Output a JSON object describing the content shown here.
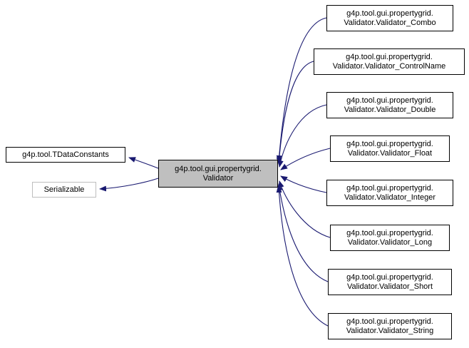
{
  "diagram": {
    "type": "inheritance-graph",
    "center_node": {
      "lines": [
        "g4p.tool.gui.propertygrid.",
        "Validator"
      ]
    },
    "base_nodes": [
      {
        "label": "g4p.tool.TDataConstants",
        "external": false
      },
      {
        "label": "Serializable",
        "external": true
      }
    ],
    "derived_nodes": [
      {
        "lines": [
          "g4p.tool.gui.propertygrid.",
          "Validator.Validator_Combo"
        ]
      },
      {
        "lines": [
          "g4p.tool.gui.propertygrid.",
          "Validator.Validator_ControlName"
        ]
      },
      {
        "lines": [
          "g4p.tool.gui.propertygrid.",
          "Validator.Validator_Double"
        ]
      },
      {
        "lines": [
          "g4p.tool.gui.propertygrid.",
          "Validator.Validator_Float"
        ]
      },
      {
        "lines": [
          "g4p.tool.gui.propertygrid.",
          "Validator.Validator_Integer"
        ]
      },
      {
        "lines": [
          "g4p.tool.gui.propertygrid.",
          "Validator.Validator_Long"
        ]
      },
      {
        "lines": [
          "g4p.tool.gui.propertygrid.",
          "Validator.Validator_Short"
        ]
      },
      {
        "lines": [
          "g4p.tool.gui.propertygrid.",
          "Validator.Validator_String"
        ]
      }
    ],
    "colors": {
      "edge": "#191970",
      "node_border": "#000000",
      "center_fill": "#bfbfbf",
      "external_border": "#bebebe",
      "node_fill": "#ffffff",
      "background": "#ffffff"
    }
  }
}
